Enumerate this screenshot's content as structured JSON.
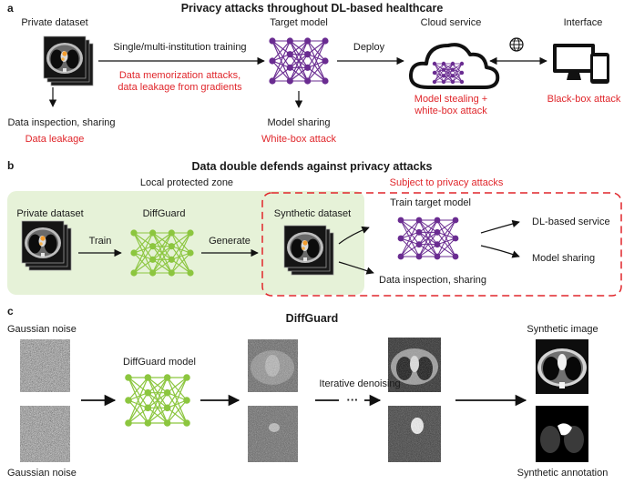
{
  "panel_a": {
    "letter": "a",
    "title": "Privacy attacks throughout DL-based healthcare",
    "private_dataset": "Private dataset",
    "training": "Single/multi-institution training",
    "attack_training_1": "Data memorization attacks,",
    "attack_training_2": "data leakage from gradients",
    "target_model": "Target model",
    "deploy": "Deploy",
    "cloud_service": "Cloud service",
    "interface": "Interface",
    "data_inspection": "Data inspection, sharing",
    "data_leakage": "Data leakage",
    "model_sharing": "Model sharing",
    "whitebox_attack": "White-box attack",
    "cloud_attack_1": "Model stealing +",
    "cloud_attack_2": "white-box attack",
    "blackbox_attack": "Black-box attack"
  },
  "panel_b": {
    "letter": "b",
    "title": "Data double defends against privacy attacks",
    "local_zone": "Local protected zone",
    "subject_attacks": "Subject to privacy attacks",
    "private_dataset": "Private dataset",
    "diffguard": "DiffGuard",
    "train": "Train",
    "generate": "Generate",
    "synthetic_dataset": "Synthetic dataset",
    "train_target_model": "Train target model",
    "dl_service": "DL-based service",
    "model_sharing": "Model sharing",
    "data_inspection": "Data inspection, sharing"
  },
  "panel_c": {
    "letter": "c",
    "title": "DiffGuard",
    "gaussian_noise_top": "Gaussian noise",
    "gaussian_noise_bottom": "Gaussian noise",
    "diffguard_model": "DiffGuard model",
    "iterative_denoising": "Iterative denoising",
    "ellipsis": "···",
    "synthetic_image": "Synthetic image",
    "synthetic_annotation": "Synthetic annotation"
  },
  "colors": {
    "red": "#e0262b",
    "purple": "#6a2c91",
    "green": "#8cc63f",
    "zone_fill": "#e6f2d8"
  }
}
